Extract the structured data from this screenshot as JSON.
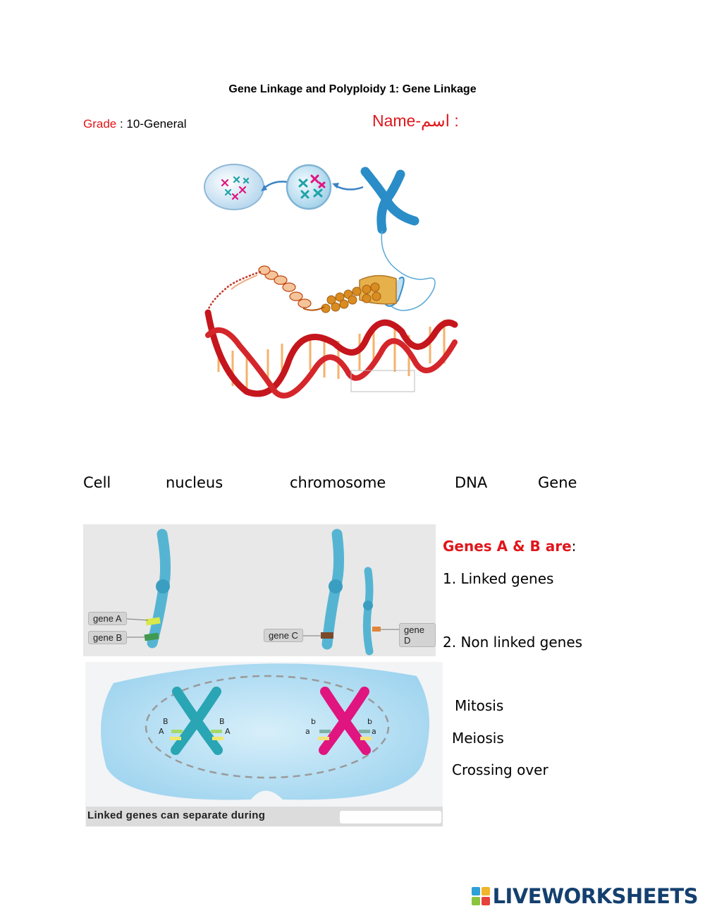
{
  "header": {
    "title": "Gene Linkage and Polyploidy 1: Gene Linkage",
    "grade_label": "Grade",
    "grade_value": " : 10-General",
    "name_label": "Name-اسم :"
  },
  "word_bank": [
    "Cell",
    "nucleus",
    "chromosome",
    "DNA",
    "Gene"
  ],
  "linkage_panel": {
    "gene_labels": [
      "gene A",
      "gene B",
      "gene C",
      "gene D"
    ]
  },
  "genes_question": {
    "heading": "Genes A & B are",
    "colon": ":",
    "options": [
      "1. Linked genes",
      "2. Non linked genes"
    ]
  },
  "crossing_panel": {
    "allele_labels": [
      "B",
      "A",
      "B",
      "A",
      "b",
      "a",
      "b",
      "a"
    ],
    "caption": "Linked genes can separate during"
  },
  "process_options": [
    "Mitosis",
    "Meiosis",
    "Crossing over"
  ],
  "brand": {
    "logo_letters": [
      "L",
      "I",
      "V",
      "E"
    ],
    "name": "LIVEWORKSHEETS"
  },
  "colors": {
    "red": "#e0161b",
    "teal": "#4bb0cc",
    "magenta": "#e0157f",
    "brand_blue": "#14406f"
  }
}
